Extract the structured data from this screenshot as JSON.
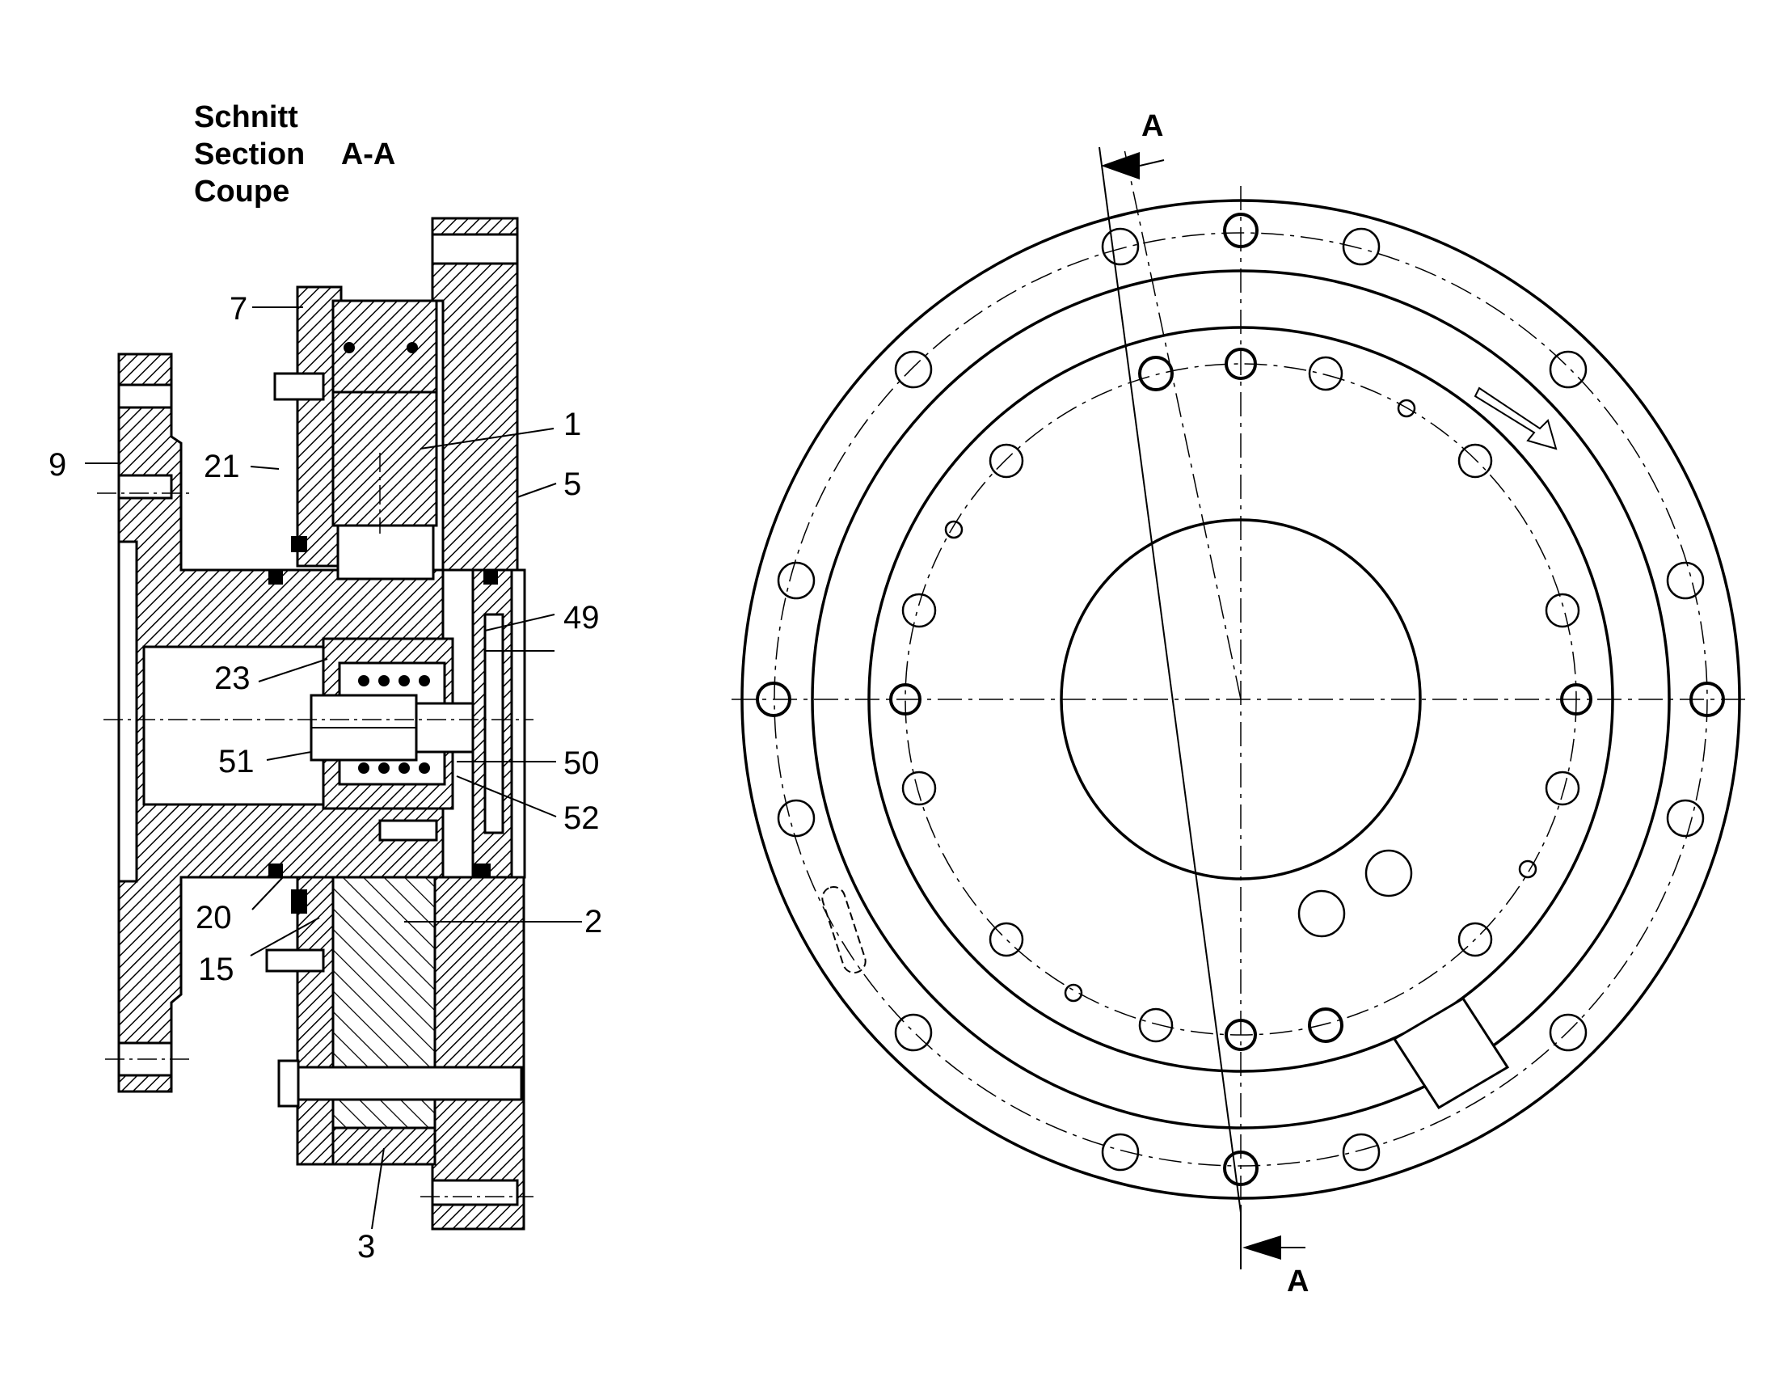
{
  "title": {
    "line1": "Schnitt",
    "line2": "Section",
    "line2_suffix": "A-A",
    "line3": "Coupe"
  },
  "part_labels": [
    "7",
    "9",
    "21",
    "1",
    "5",
    "49",
    "23",
    "51",
    "50",
    "52",
    "20",
    "2",
    "15",
    "3"
  ],
  "section_marker": "A",
  "colors": {
    "line": "#000000",
    "background": "#ffffff"
  }
}
